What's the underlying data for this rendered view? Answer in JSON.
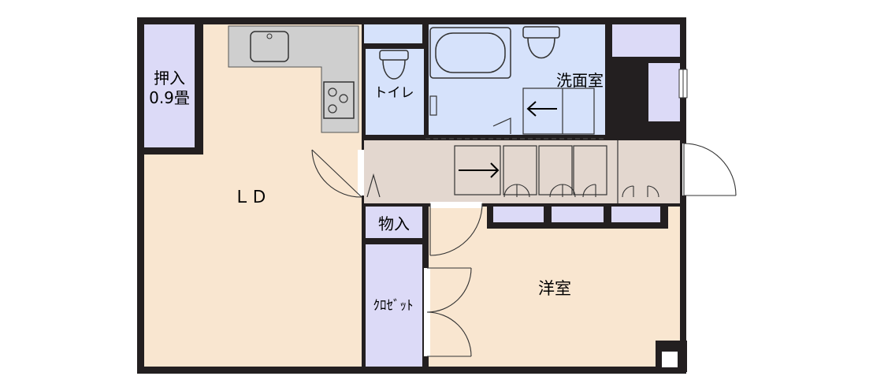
{
  "colors": {
    "wall": "#231f20",
    "living": "#f9e6d0",
    "storage": "#dcdaf7",
    "wet_area": "#d6e2fb",
    "hallway": "#e3d7cf",
    "counter": "#cfcfcf",
    "background": "#ffffff"
  },
  "rooms": {
    "oshiire_line1": "押入",
    "oshiire_line2": "0.9畳",
    "ld": "ＬＤ",
    "toilet": "トイレ",
    "senmenshitsu": "洗面室",
    "monoire": "物入",
    "closet": "ｸﾛｾﾞｯﾄ",
    "youshitsu": "洋室"
  }
}
